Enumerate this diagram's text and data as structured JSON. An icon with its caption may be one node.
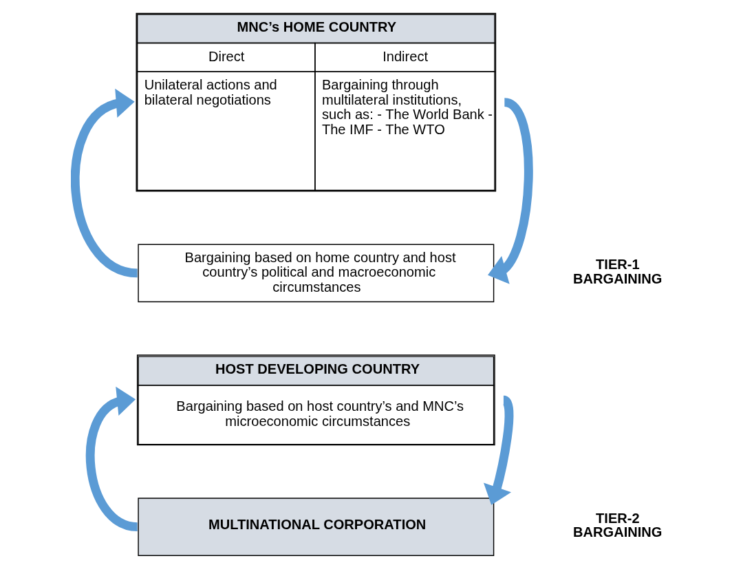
{
  "diagram": {
    "nodes": [
      {
        "text": [
          "MNC’s HOME COUNTRY",
          "Direct",
          "Indirect",
          "Unilateral actions and bilateral negotiations",
          "Bargaining through multilateral institutions, such as: - The World Bank - The IMF - The WTO"
        ]
      },
      {
        "text": [
          "Bargaining based on home country and host country’s political and macroeconomic circumstances"
        ]
      },
      {
        "text": [
          "HOST DEVELOPING COUNTRY",
          "Bargaining based on host country’s and MNC’s microeconomic circumstances"
        ]
      },
      {
        "text": [
          "MULTINATIONAL CORPORATION"
        ]
      }
    ],
    "edges": [
      {
        "from": 1,
        "to": 0,
        "arrow": "to"
      },
      {
        "from": 0,
        "to": 1,
        "arrow": "to"
      },
      {
        "from": 3,
        "to": 2,
        "arrow": "to"
      },
      {
        "from": 2,
        "to": 3,
        "arrow": "to"
      }
    ],
    "labels": [
      "TIER-1 BARGAINING",
      "TIER-2 BARGAINING"
    ]
  }
}
